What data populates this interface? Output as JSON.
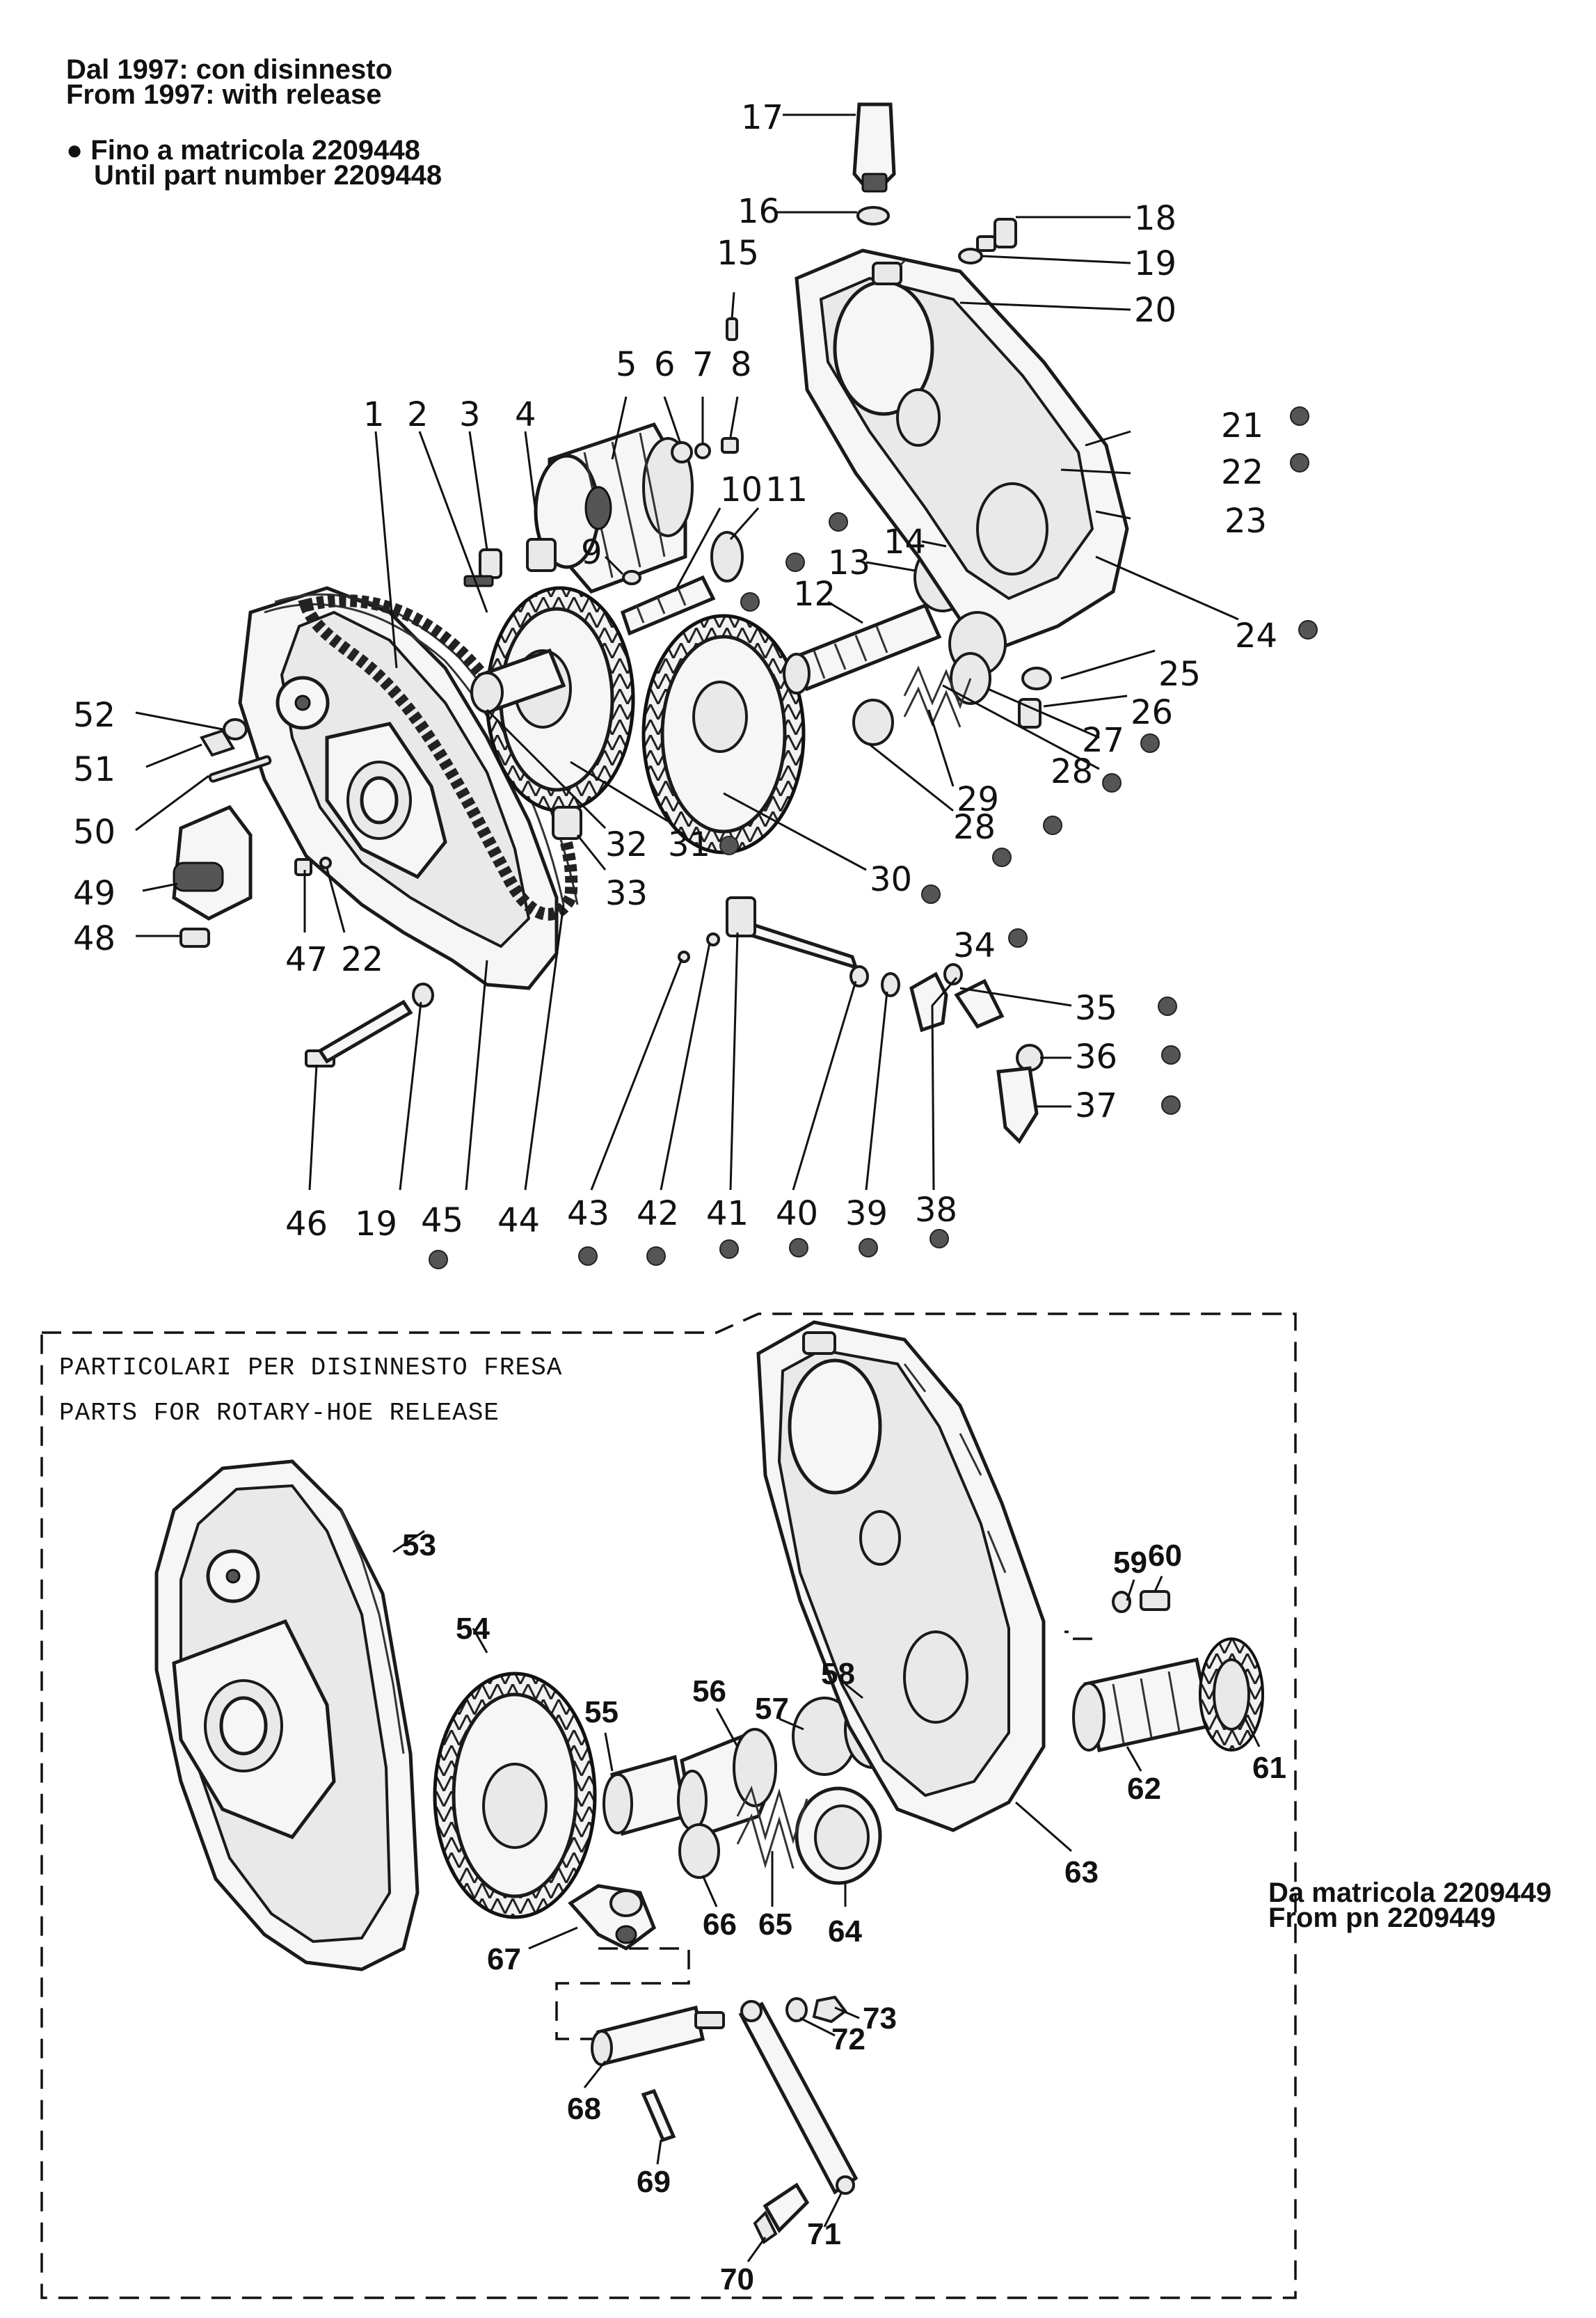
{
  "notes": {
    "since_1997_it": "Dal 1997: con disinnesto",
    "since_1997_en": "From 1997: with release",
    "until_pn_it": "Fino a matricola 2209448",
    "until_pn_en": "Until part number 2209448",
    "from_pn_it": "Da matricola 2209449",
    "from_pn_en": "From pn 2209449",
    "bullet_symbol": "●"
  },
  "box": {
    "title_it": "PARTICOLARI PER DISINNESTO FRESA",
    "title_en": "PARTS FOR ROTARY-HOE RELEASE"
  },
  "upper_labels": {
    "p1": "1",
    "p2": "2",
    "p3": "3",
    "p4": "4",
    "p5": "5",
    "p6": "6",
    "p7": "7",
    "p8": "8",
    "p9": "9",
    "p10": "10",
    "p11": "11",
    "p12": "12",
    "p13": "13",
    "p14": "14",
    "p15": "15",
    "p16": "16",
    "p17": "17",
    "p18": "18",
    "p19a": "19",
    "p20": "20",
    "p21": "21",
    "p22a": "22",
    "p23": "23",
    "p24": "24",
    "p25": "25",
    "p26": "26",
    "p27": "27",
    "p28a": "28",
    "p28b": "28",
    "p29": "29",
    "p30": "30",
    "p31": "31",
    "p32": "32",
    "p33": "33",
    "p34": "34",
    "p35": "35",
    "p36": "36",
    "p37": "37",
    "p38": "38",
    "p39": "39",
    "p40": "40",
    "p41": "41",
    "p42": "42",
    "p43": "43",
    "p44": "44",
    "p45": "45",
    "p46": "46",
    "p19b": "19",
    "p47": "47",
    "p22b": "22",
    "p48": "48",
    "p49": "49",
    "p50": "50",
    "p51": "51",
    "p52": "52"
  },
  "box_labels": {
    "p53": "53",
    "p54": "54",
    "p55": "55",
    "p56": "56",
    "p57": "57",
    "p58": "58",
    "p59": "59",
    "p60": "60",
    "p61": "61",
    "p62": "62",
    "p63": "63",
    "p64": "64",
    "p65": "65",
    "p66": "66",
    "p67": "67",
    "p68": "68",
    "p69": "69",
    "p70": "70",
    "p71": "71",
    "p72": "72",
    "p73": "73"
  }
}
